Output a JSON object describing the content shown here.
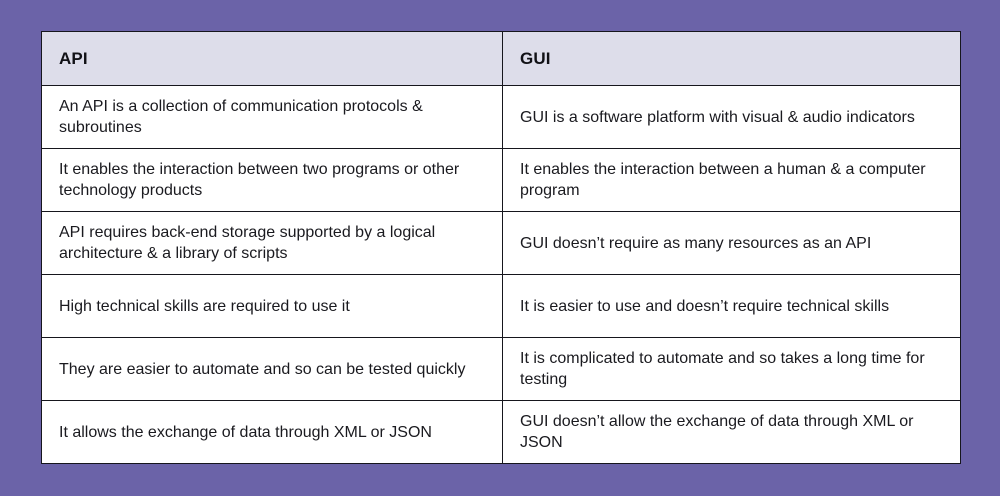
{
  "background_color": "#6B63A8",
  "table": {
    "header_background": "#DDDDEA",
    "border_color": "#16161D",
    "cell_background": "#FFFFFF",
    "columns": [
      {
        "label": "API"
      },
      {
        "label": "GUI"
      }
    ],
    "rows": [
      {
        "api": "An API is a collection of communication protocols & subroutines",
        "gui": "GUI is a software platform with visual & audio indicators"
      },
      {
        "api": "It enables the interaction between two programs or other technology products",
        "gui": "It enables the interaction between a human & a computer program"
      },
      {
        "api": "API requires back-end storage supported by a logical architecture & a library of scripts",
        "gui": "GUI doesn’t require as many resources as an API"
      },
      {
        "api": "High technical skills are required to use it",
        "gui": "It is easier to use and doesn’t require technical skills"
      },
      {
        "api": "They are easier to automate and so can be tested quickly",
        "gui": "It is complicated to automate and so takes a long time for testing"
      },
      {
        "api": "It allows the exchange of data through XML or JSON",
        "gui": "GUI doesn’t allow the exchange of data through XML or JSON"
      }
    ]
  }
}
